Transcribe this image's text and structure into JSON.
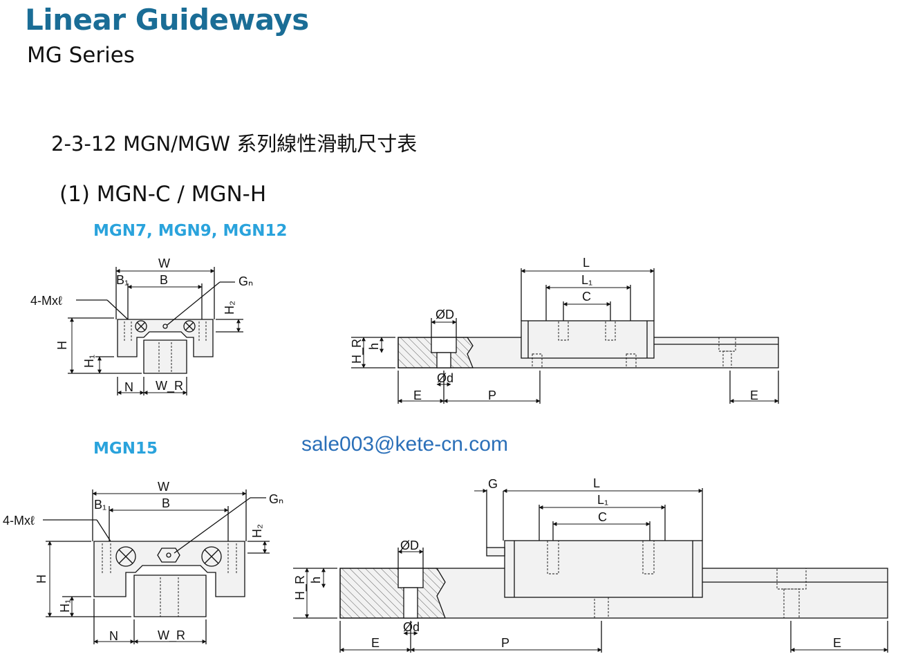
{
  "header": {
    "title": "Linear Guideways",
    "subtitle": "MG Series"
  },
  "section": {
    "heading": "2-3-12  MGN/MGW 系列線性滑軌尺寸表",
    "subheading": "(1) MGN-C / MGN-H"
  },
  "groups": [
    {
      "models": "MGN7, MGN9, MGN12"
    },
    {
      "models": "MGN15"
    }
  ],
  "contact": {
    "email": "sale003@kete-cn.com"
  },
  "dimension_labels": {
    "W": "W",
    "B": "B",
    "B1": "B₁",
    "Gn": "Gₙ",
    "M": "4-Mxℓ",
    "H": "H",
    "H1": "H₁",
    "H2": "H₂",
    "N": "N",
    "WR": "W_R",
    "L": "L",
    "L1": "L₁",
    "C": "C",
    "G": "G",
    "D": "ØD",
    "d": "Ød",
    "h": "h",
    "HR": "H_R",
    "E": "E",
    "P": "P"
  },
  "colors": {
    "title": "#1a6d96",
    "model_label": "#2aa3dc",
    "email": "#2a6fb8",
    "drawing_fill": "#f2f2f2",
    "line": "#111111"
  }
}
